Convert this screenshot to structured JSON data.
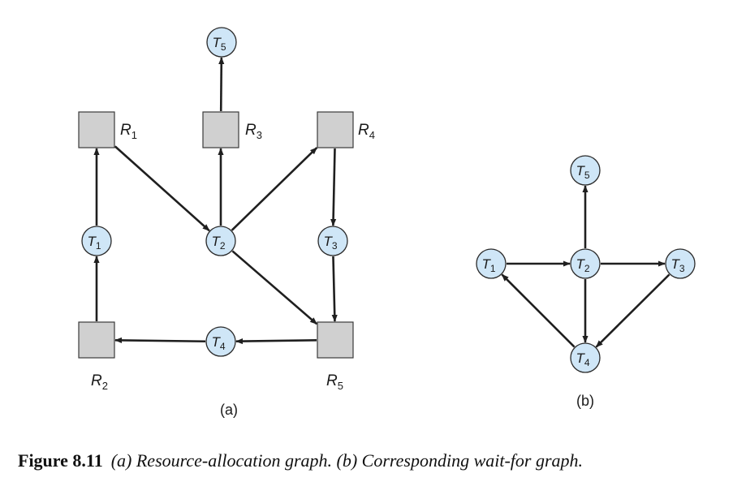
{
  "panel_a": {
    "label": "(a)",
    "threads": [
      {
        "id": "T5",
        "main": "T",
        "sub": "5"
      },
      {
        "id": "T1",
        "main": "T",
        "sub": "1"
      },
      {
        "id": "T2",
        "main": "T",
        "sub": "2"
      },
      {
        "id": "T3",
        "main": "T",
        "sub": "3"
      },
      {
        "id": "T4",
        "main": "T",
        "sub": "4"
      }
    ],
    "resources": [
      {
        "id": "R1",
        "main": "R",
        "sub": "1"
      },
      {
        "id": "R3",
        "main": "R",
        "sub": "3"
      },
      {
        "id": "R4",
        "main": "R",
        "sub": "4"
      },
      {
        "id": "R2",
        "main": "R",
        "sub": "2"
      },
      {
        "id": "R5",
        "main": "R",
        "sub": "5"
      }
    ],
    "edges": [
      {
        "from": "R3",
        "to": "T5"
      },
      {
        "from": "R1",
        "to": "T2"
      },
      {
        "from": "T2",
        "to": "R3"
      },
      {
        "from": "T2",
        "to": "R4"
      },
      {
        "from": "T2",
        "to": "R5"
      },
      {
        "from": "T1",
        "to": "R1"
      },
      {
        "from": "R2",
        "to": "T1"
      },
      {
        "from": "R4",
        "to": "T3"
      },
      {
        "from": "T3",
        "to": "R5"
      },
      {
        "from": "R5",
        "to": "T4"
      },
      {
        "from": "T4",
        "to": "R2"
      }
    ]
  },
  "panel_b": {
    "label": "(b)",
    "threads": [
      {
        "id": "T5",
        "main": "T",
        "sub": "5"
      },
      {
        "id": "T1",
        "main": "T",
        "sub": "1"
      },
      {
        "id": "T2",
        "main": "T",
        "sub": "2"
      },
      {
        "id": "T3",
        "main": "T",
        "sub": "3"
      },
      {
        "id": "T4",
        "main": "T",
        "sub": "4"
      }
    ],
    "edges": [
      {
        "from": "T2",
        "to": "T5"
      },
      {
        "from": "T1",
        "to": "T2"
      },
      {
        "from": "T2",
        "to": "T3"
      },
      {
        "from": "T2",
        "to": "T4"
      },
      {
        "from": "T3",
        "to": "T4"
      },
      {
        "from": "T4",
        "to": "T1"
      }
    ]
  },
  "caption": {
    "number": "Figure 8.11",
    "text": "(a) Resource-allocation graph. (b) Corresponding wait-for graph."
  },
  "colors": {
    "thread_fill": "#cfe6f7",
    "thread_stroke": "#2a2a2a",
    "resource_fill": "#d0d0d0",
    "resource_stroke": "#3a3a3a",
    "edge": "#1f1f1f"
  }
}
